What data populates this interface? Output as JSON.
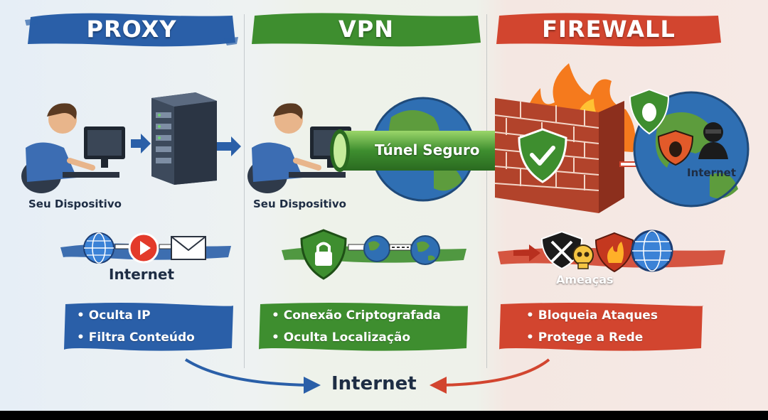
{
  "proxy": {
    "title": "PROXY",
    "device_label": "Seu Dispositivo",
    "internet_label": "Internet",
    "bullets": [
      "Oculta IP",
      "Filtra Conteúdo"
    ]
  },
  "vpn": {
    "title": "VPN",
    "device_label": "Seu Dispositivo",
    "tunnel_label": "Túnel Seguro",
    "bullets": [
      "Conexão Criptografada",
      "Oculta Localização"
    ]
  },
  "firewall": {
    "title": "FIREWALL",
    "internet_label": "Internet",
    "threats_label": "Ameaças",
    "bullets": [
      "Bloqueia Ataques",
      "Protege a Rede"
    ]
  },
  "footer": {
    "label": "Internet"
  },
  "colors": {
    "proxy": "#2a5fa8",
    "vpn": "#3e8e2f",
    "firewall": "#d2452f",
    "text_dark": "#1e2d44"
  },
  "icons": [
    "globe-icon",
    "play-icon",
    "mail-icon",
    "lock-icon",
    "shield-check-icon",
    "skull-icon",
    "flame-icon",
    "hacker-icon",
    "bug-icon",
    "server-icon",
    "computer-icon"
  ]
}
